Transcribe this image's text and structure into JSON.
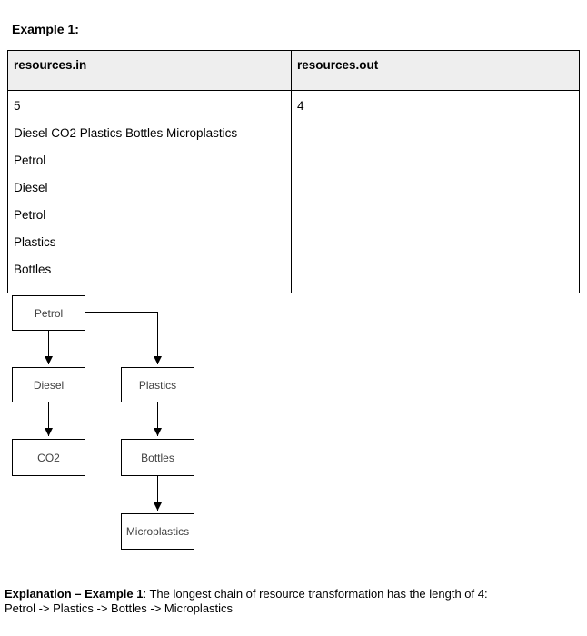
{
  "heading": "Example 1:",
  "table": {
    "header": {
      "col1": "resources.in",
      "col2": "resources.out"
    },
    "body": {
      "in_lines": [
        "5",
        "Diesel CO2 Plastics Bottles Microplastics",
        "Petrol",
        "Diesel",
        "Petrol",
        "Plastics",
        "Bottles"
      ],
      "out_lines": [
        "4"
      ]
    }
  },
  "diagram": {
    "nodes": [
      {
        "id": "petrol",
        "label": "Petrol"
      },
      {
        "id": "diesel",
        "label": "Diesel"
      },
      {
        "id": "co2",
        "label": "CO2"
      },
      {
        "id": "plastics",
        "label": "Plastics"
      },
      {
        "id": "bottles",
        "label": "Bottles"
      },
      {
        "id": "microplastics",
        "label": "Microplastics"
      }
    ],
    "edges": [
      {
        "from": "Petrol",
        "to": "Diesel"
      },
      {
        "from": "Petrol",
        "to": "Plastics"
      },
      {
        "from": "Diesel",
        "to": "CO2"
      },
      {
        "from": "Plastics",
        "to": "Bottles"
      },
      {
        "from": "Bottles",
        "to": "Microplastics"
      }
    ]
  },
  "explanation": {
    "lead_bold": "Explanation – Example 1",
    "lead_rest": ": The longest chain of resource transformation has the length of 4:",
    "line2": "Petrol -> Plastics -> Bottles -> Microplastics"
  },
  "colors": {
    "table_header_bg": "#eeeeee",
    "border": "#000000",
    "text": "#000000",
    "node_text": "#404040"
  }
}
